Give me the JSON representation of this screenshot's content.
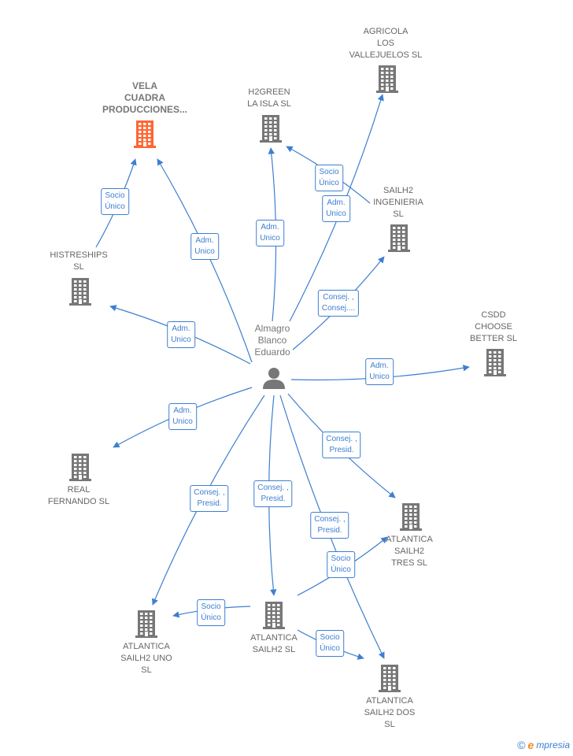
{
  "colors": {
    "edge": "#3d7fd0",
    "building": "#777777",
    "focus_building": "#ff6633",
    "text": "#666666"
  },
  "center": {
    "label": "Almagro\nBlanco\nEduardo",
    "icon": "person-icon"
  },
  "nodes": [
    {
      "id": "vela",
      "label": "VELA\nCUADRA\nPRODUCCIONES...",
      "focus": true,
      "icon": "building-icon"
    },
    {
      "id": "h2green",
      "label": "H2GREEN\nLA ISLA  SL",
      "icon": "building-icon"
    },
    {
      "id": "agricola",
      "label": "AGRICOLA\nLOS\nVALLEJUELOS SL",
      "icon": "building-icon"
    },
    {
      "id": "sailh2ing",
      "label": "SAILH2\nINGENIERIA\nSL",
      "icon": "building-icon"
    },
    {
      "id": "histreships",
      "label": "HISTRESHIPS\nSL",
      "icon": "building-icon"
    },
    {
      "id": "csdd",
      "label": "CSDD\nCHOOSE\nBETTER  SL",
      "icon": "building-icon"
    },
    {
      "id": "real",
      "label": "REAL\nFERNANDO  SL",
      "icon": "building-icon"
    },
    {
      "id": "tres",
      "label": "ATLANTICA\nSAILH2\nTRES  SL",
      "icon": "building-icon"
    },
    {
      "id": "atlsl",
      "label": "ATLANTICA\nSAILH2  SL",
      "icon": "building-icon"
    },
    {
      "id": "uno",
      "label": "ATLANTICA\nSAILH2 UNO\nSL",
      "icon": "building-icon"
    },
    {
      "id": "dos",
      "label": "ATLANTICA\nSAILH2 DOS\nSL",
      "icon": "building-icon"
    }
  ],
  "edges": [
    {
      "from": "histreships",
      "to": "vela",
      "label": "Socio\nÚnico"
    },
    {
      "from": "center",
      "to": "vela",
      "label": "Adm.\nUnico"
    },
    {
      "from": "center",
      "to": "h2green",
      "label": "Adm.\nUnico"
    },
    {
      "from": "sailh2ing",
      "to": "h2green",
      "label": "Socio\nÚnico"
    },
    {
      "from": "center",
      "to": "agricola",
      "label": "Adm.\nUnico"
    },
    {
      "from": "center",
      "to": "sailh2ing",
      "label": "Consej. ,\nConsej...."
    },
    {
      "from": "center",
      "to": "histreships",
      "label": "Adm.\nUnico"
    },
    {
      "from": "center",
      "to": "csdd",
      "label": "Adm.\nUnico"
    },
    {
      "from": "center",
      "to": "real",
      "label": "Adm.\nUnico"
    },
    {
      "from": "center",
      "to": "tres",
      "label": "Consej. ,\nPresid."
    },
    {
      "from": "center",
      "to": "uno",
      "label": "Consej. ,\nPresid."
    },
    {
      "from": "center",
      "to": "atlsl",
      "label": "Consej. ,\nPresid."
    },
    {
      "from": "center",
      "to": "dos",
      "label": "Consej. ,\nPresid."
    },
    {
      "from": "atlsl",
      "to": "tres",
      "label": "Socio\nÚnico"
    },
    {
      "from": "atlsl",
      "to": "uno",
      "label": "Socio\nÚnico"
    },
    {
      "from": "atlsl",
      "to": "dos",
      "label": "Socio\nÚnico"
    }
  ],
  "brand": {
    "copyright": "©",
    "initial": "e",
    "name": "mpresia"
  }
}
